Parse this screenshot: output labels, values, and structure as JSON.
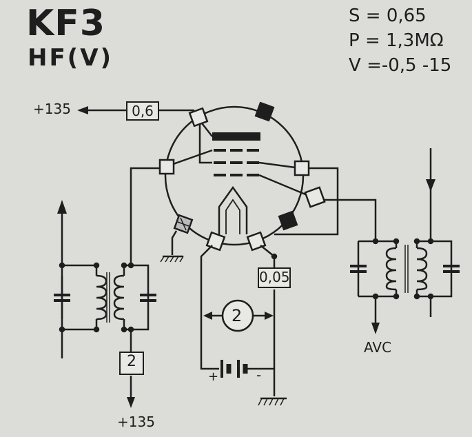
{
  "tube": {
    "name": "KF3",
    "type": "HF(V)"
  },
  "params": [
    {
      "symbol": "S",
      "value": "= 0,65"
    },
    {
      "symbol": "P",
      "value": "= 1,3MΩ"
    },
    {
      "symbol": "V",
      "value": "=-0,5 -15"
    }
  ],
  "labels": {
    "supply_top": "+135",
    "supply_bottom": "+135",
    "avc": "AVC",
    "battery_plus": "+",
    "battery_minus": "-"
  },
  "components": {
    "r_top": "0,6",
    "r_cathode": "0,05",
    "r_bottom": "2",
    "meter": "2"
  }
}
